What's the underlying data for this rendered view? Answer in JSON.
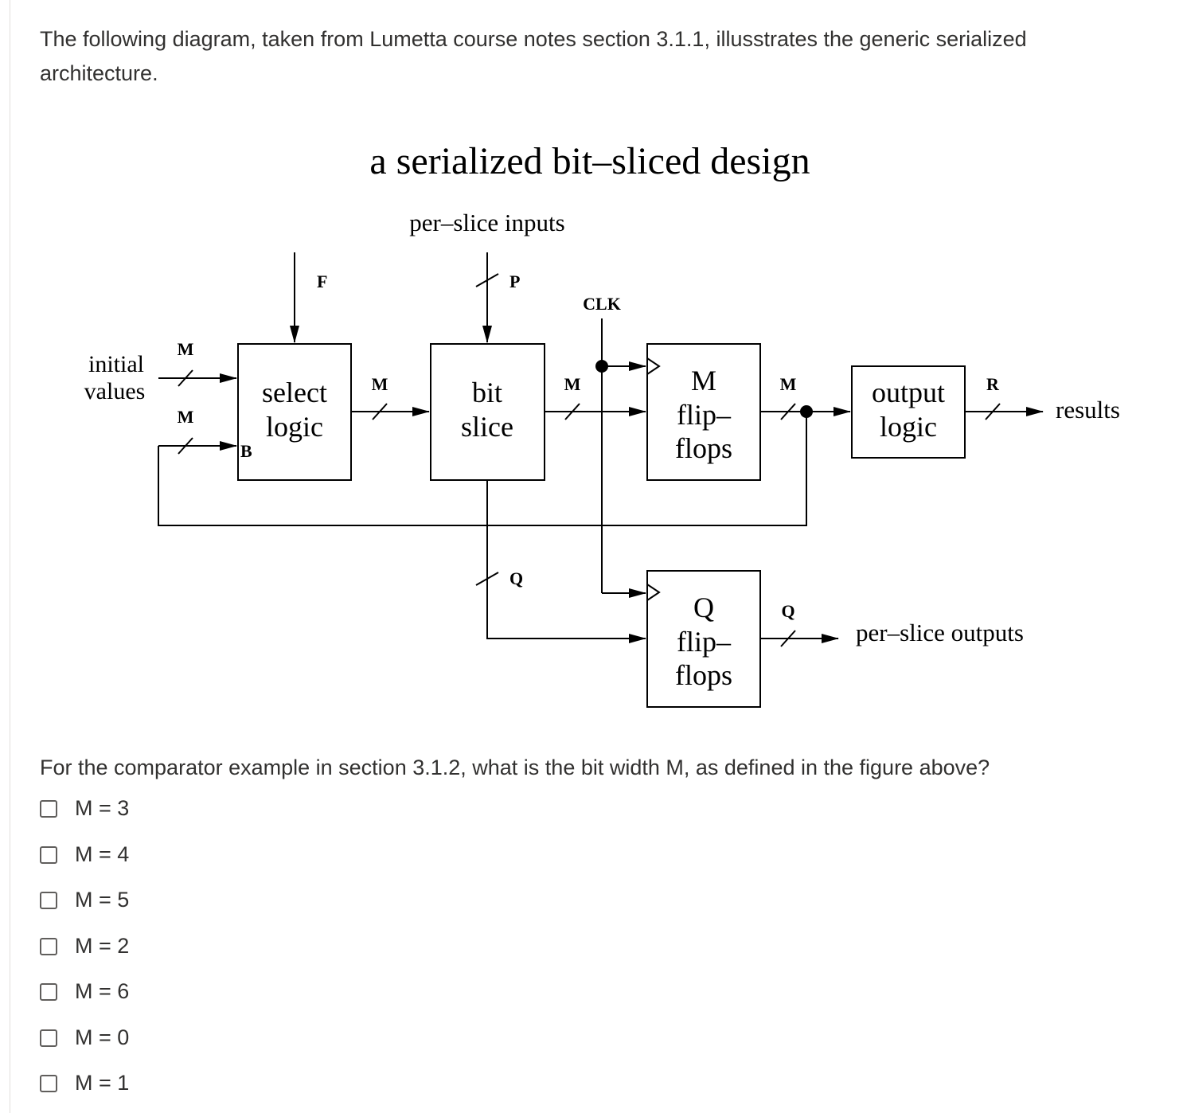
{
  "intro_text": "The following diagram, taken from Lumetta course notes section 3.1.1, illusstrates the generic serialized architecture.",
  "diagram": {
    "title": "a serialized bit–sliced design",
    "per_slice_inputs": "per–slice inputs",
    "label_F": "F",
    "label_P": "P",
    "label_CLK": "CLK",
    "label_initial": "initial",
    "label_values": "values",
    "label_M": "M",
    "label_B": "B",
    "label_R": "R",
    "label_Q": "Q",
    "select_line1": "select",
    "select_line2": "logic",
    "bit_line1": "bit",
    "bit_line2": "slice",
    "mff_line1": "M",
    "mff_line2": "flip–",
    "mff_line3": "flops",
    "output_line1": "output",
    "output_line2": "logic",
    "qff_line1": "Q",
    "qff_line2": "flip–",
    "qff_line3": "flops",
    "results": "results",
    "per_slice_outputs": "per–slice outputs"
  },
  "question": "For the comparator example in section 3.1.2, what is the bit width M, as defined in the figure above?",
  "options": [
    {
      "label": "M = 3",
      "checked": false
    },
    {
      "label": "M = 4",
      "checked": false
    },
    {
      "label": "M = 5",
      "checked": false
    },
    {
      "label": "M = 2",
      "checked": false
    },
    {
      "label": "M = 6",
      "checked": false
    },
    {
      "label": "M = 0",
      "checked": false
    },
    {
      "label": "M = 1",
      "checked": false
    }
  ]
}
